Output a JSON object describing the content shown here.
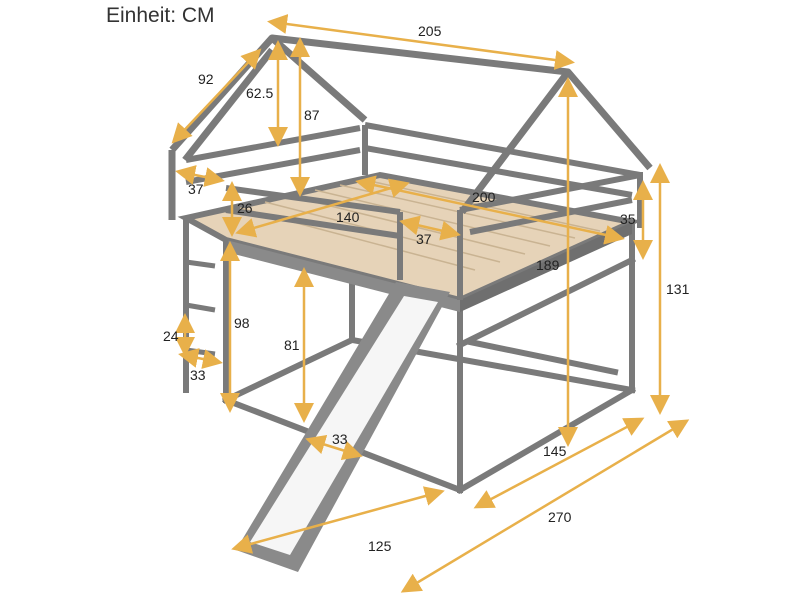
{
  "title": "Einheit: CM",
  "colors": {
    "frame": "#8a8a8a",
    "frame_dark": "#6f6f6f",
    "slats": "#e6d3b8",
    "slide": "#f6f6f6",
    "dimension": "#e8b04a"
  },
  "dimensions": {
    "roof_depth": "92",
    "roof_width": "205",
    "roof_height": "62.5",
    "roof_post_height": "87",
    "head_gap": "37",
    "guard_height": "26",
    "mattress_length": "140",
    "mattress_width": "200",
    "entry_opening": "37",
    "side_guard_height": "35",
    "bed_length": "189",
    "total_height": "131",
    "ladder_step": "24",
    "ladder_width": "33",
    "ladder_height": "98",
    "underbed_clearance": "81",
    "slide_width": "33",
    "overall_depth": "145",
    "slide_reach": "125",
    "overall_length": "270"
  }
}
